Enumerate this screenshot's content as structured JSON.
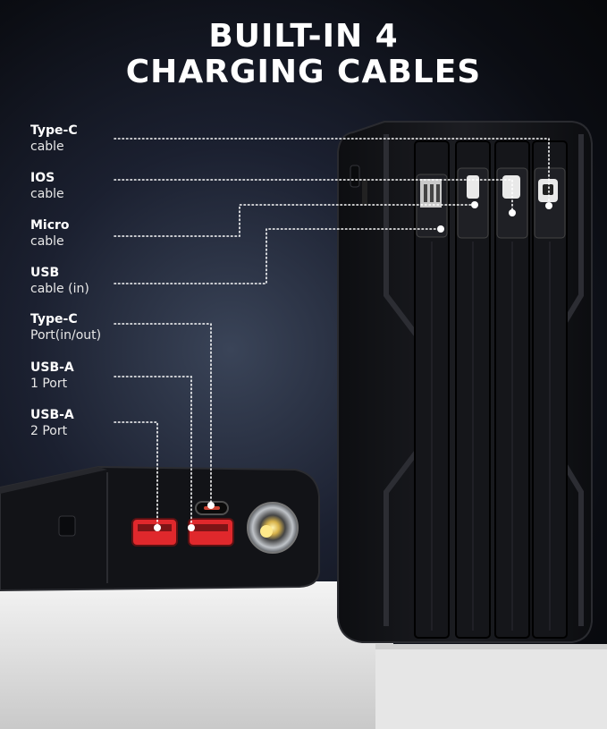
{
  "headline": {
    "line1": "BUILT-IN 4",
    "line2": "CHARGING CABLES"
  },
  "labels": [
    {
      "bold": "Type-C",
      "regular": "cable"
    },
    {
      "bold": "IOS",
      "regular": "cable"
    },
    {
      "bold": "Micro",
      "regular": "cable"
    },
    {
      "bold": "USB",
      "regular": "cable (in)"
    },
    {
      "bold": "Type-C",
      "regular": "Port(in/out)"
    },
    {
      "bold": "USB-A",
      "regular": "1 Port"
    },
    {
      "bold": "USB-A",
      "regular": "2 Port"
    }
  ],
  "colors": {
    "accent_port": "#e0282c",
    "body": "#16171b",
    "line": "#ffffff"
  },
  "icons": [
    "usb-connector-icon",
    "lightning-connector-icon",
    "type-c-connector-icon",
    "flashlight-icon"
  ]
}
